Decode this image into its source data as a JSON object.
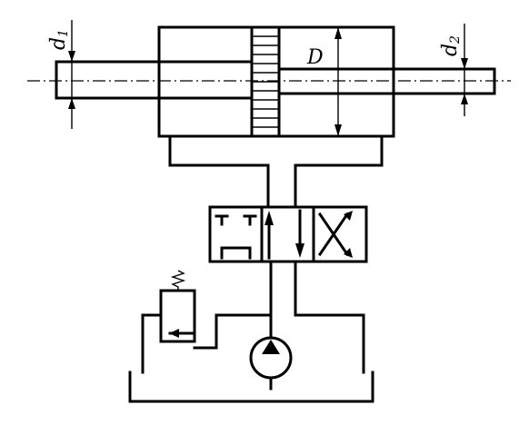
{
  "diagram": {
    "labels": {
      "rod_left": {
        "main": "d",
        "sub": "1"
      },
      "rod_right": {
        "main": "d",
        "sub": "2"
      },
      "bore": {
        "main": "D"
      }
    }
  }
}
